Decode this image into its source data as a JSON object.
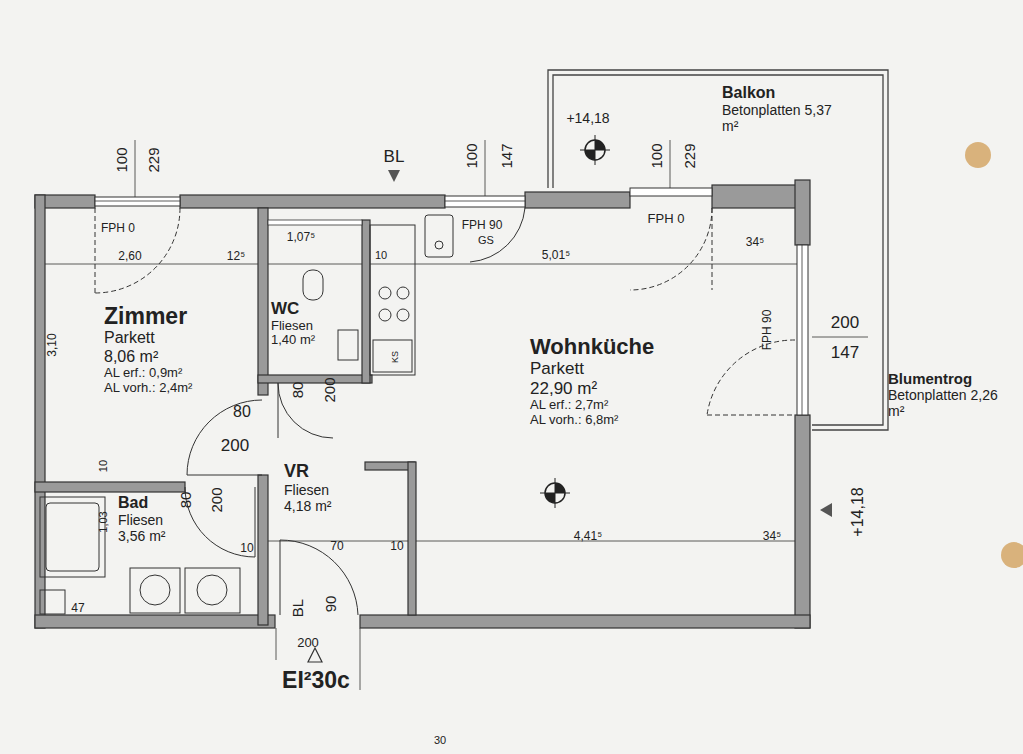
{
  "diagram": {
    "nodes": [
      {
        "text": [
          "Balkon",
          "Betonplatten 5,37 m²"
        ]
      },
      {
        "text": [
          "Zimmer",
          "Parkett",
          "8,06 m²",
          "AL erf.: 0,9m²",
          "AL vorh.: 2,4m²"
        ]
      },
      {
        "text": [
          "WC",
          "Fliesen",
          "1,40 m²"
        ]
      },
      {
        "text": [
          "Wohnküche",
          "Parkett",
          "22,90 m²",
          "AL erf.: 2,7m²",
          "AL vorh.: 6,8m²"
        ]
      },
      {
        "text": [
          "Blumentrog",
          "Betonplatten 2,26 m²"
        ]
      },
      {
        "text": [
          "VR",
          "Fliesen",
          "4,18 m²"
        ]
      },
      {
        "text": [
          "Bad",
          "Fliesen",
          "3,56 m²"
        ]
      }
    ],
    "labels": [
      "100",
      "229",
      "FPH 0",
      "2,60",
      "12⁵",
      "3,10",
      "BL",
      "100",
      "147",
      "FPH 90",
      "GS",
      "1,07⁵",
      "10",
      "5,01⁵",
      "34⁵",
      "+14,18",
      "100",
      "229",
      "FPH 0",
      "200",
      "147",
      "FPH 90",
      "KS",
      "80",
      "200",
      "80",
      "200",
      "80",
      "200",
      "10",
      "1,03",
      "10",
      "70",
      "10",
      "4,41⁵",
      "34⁵",
      "+14,18",
      "BL",
      "90",
      "200",
      "EI²30c",
      "47",
      "30"
    ]
  }
}
